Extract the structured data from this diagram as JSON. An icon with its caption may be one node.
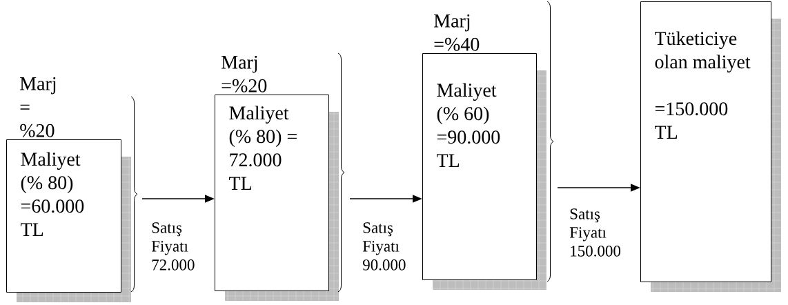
{
  "diagram": {
    "nodes": [
      {
        "text": [
          "Marj = %20",
          "Maliyet (% 80) =60.000 TL"
        ]
      },
      {
        "text": [
          "Marj =%20",
          "Maliyet (% 80) = 72.000 TL"
        ]
      },
      {
        "text": [
          "Marj =%40",
          "Maliyet (% 60) =90.000 TL"
        ]
      },
      {
        "text": [
          "Tüketiciye olan maliyet",
          "=150.000 TL"
        ]
      }
    ],
    "edges": [
      {
        "from": 0,
        "to": 1,
        "arrow": "to",
        "label": "Satış Fiyatı 72.000"
      },
      {
        "from": 1,
        "to": 2,
        "arrow": "to",
        "label": "Satış Fiyatı 90.000"
      },
      {
        "from": 2,
        "to": 3,
        "arrow": "to",
        "label": "Satış Fiyatı 150.000"
      }
    ]
  }
}
